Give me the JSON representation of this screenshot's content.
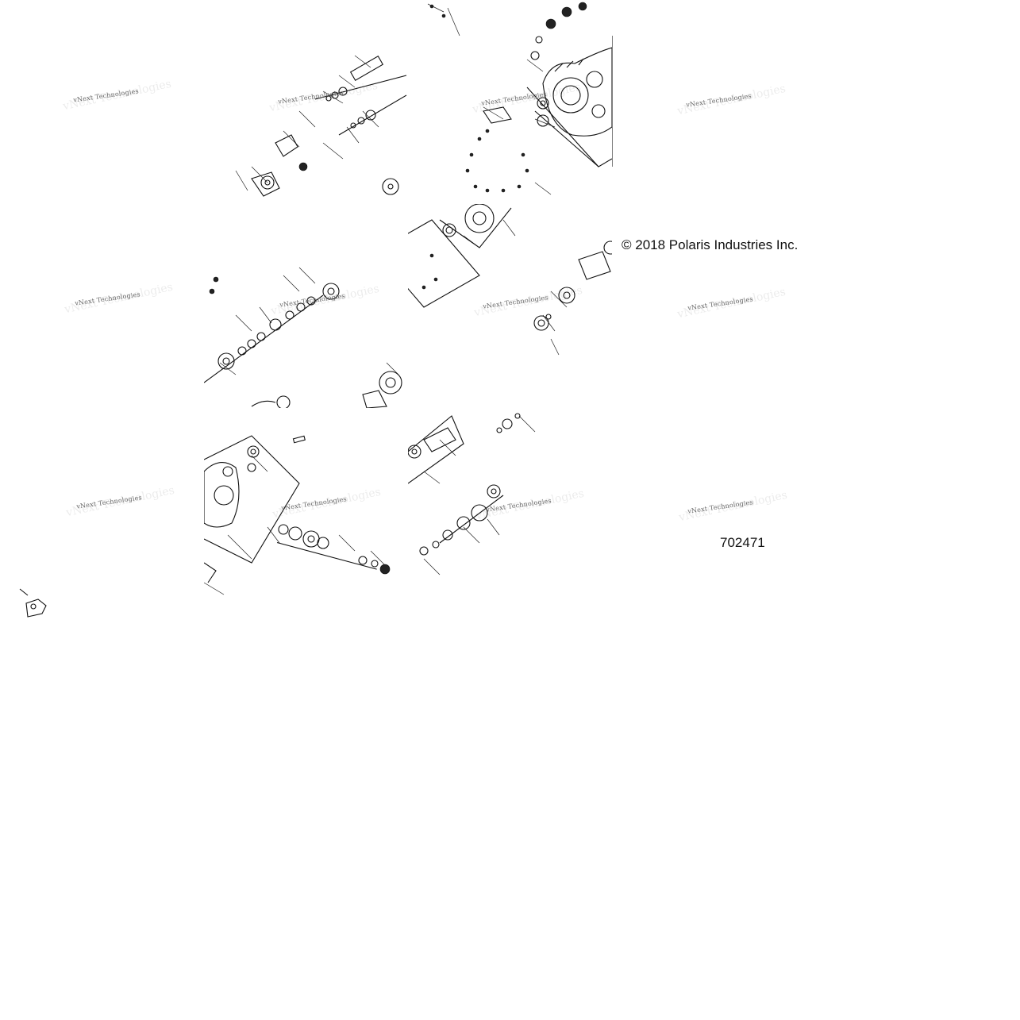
{
  "copyright": "© 2018 Polaris Industries Inc.",
  "diagram_id": "702471",
  "watermark": {
    "line1": "vNext Technologies",
    "line2": "vNext Technologies"
  }
}
